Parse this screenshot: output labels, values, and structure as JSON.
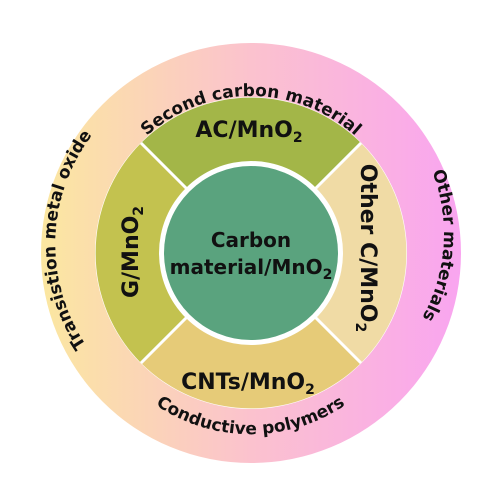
{
  "outer_ring": {
    "top_label": "Second carbon material",
    "left_label": "Transistion metal oxide",
    "right_label": "Other materials",
    "bottom_label": "Conductive polymers"
  },
  "segments": {
    "top": {
      "label": "AC/MnO",
      "sub": "2"
    },
    "left": {
      "label": "G/MnO",
      "sub": "2"
    },
    "right": {
      "label": "Other C/MnO",
      "sub": "2"
    },
    "bottom": {
      "label": "CNTs/MnO",
      "sub": "2"
    }
  },
  "center": {
    "line1": "Carbon",
    "line2": "material/MnO",
    "line2_sub": "2"
  },
  "colors": {
    "segment_top": "#a3b648",
    "segment_left": "#c3c24f",
    "segment_right": "#f0dba5",
    "segment_bottom": "#e6cb78",
    "center": "#5aa37e",
    "ring_left": "#fbe7a0",
    "ring_mid": "#fbc2ce",
    "ring_right": "#f9a5f0"
  }
}
